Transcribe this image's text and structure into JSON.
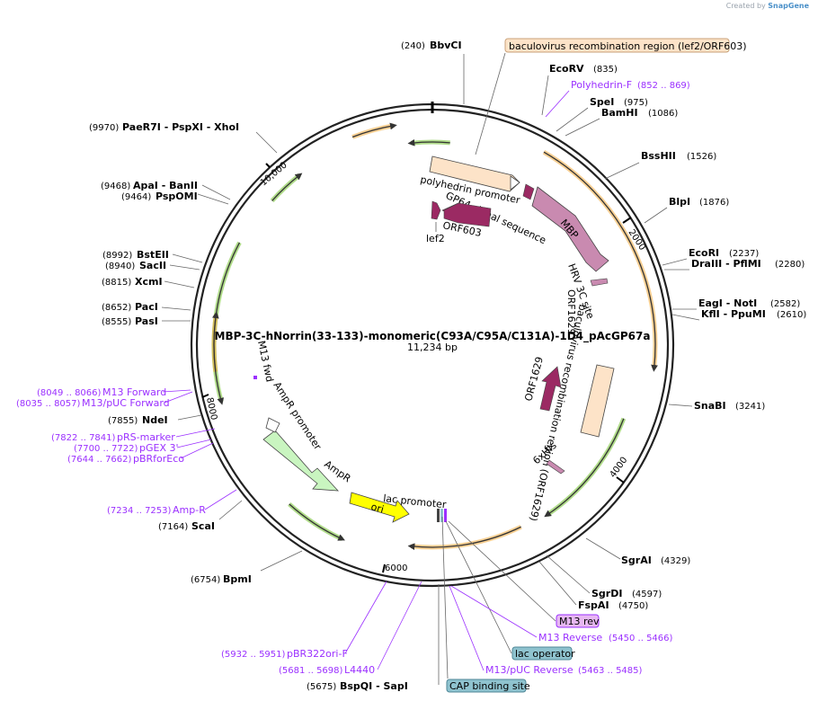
{
  "credit": {
    "prefix": "Created by",
    "brand": "SnapGene"
  },
  "plasmid": {
    "name": "MBP-3C-hNorrin(33-133)-monomeric(C93A/C95A/C131A)-1D4_pAcGP67a",
    "size_label": "11,234 bp"
  },
  "ticks": [
    {
      "label": "2000"
    },
    {
      "label": "4000"
    },
    {
      "label": "6000"
    },
    {
      "label": "8000"
    },
    {
      "label": "10,000"
    }
  ],
  "sites": [
    {
      "pos": "(240)",
      "name": "BbvCI"
    },
    {
      "pos": "(835)",
      "name": "EcoRV"
    },
    {
      "pos": "(975)",
      "name": "SpeI"
    },
    {
      "pos": "(1086)",
      "name": "BamHI"
    },
    {
      "pos": "(1526)",
      "name": "BssHII"
    },
    {
      "pos": "(1876)",
      "name": "BlpI"
    },
    {
      "pos": "(2237)",
      "name": "EcoRI"
    },
    {
      "pos": "(2280)",
      "name": "DraIII  - PflMI"
    },
    {
      "pos": "(2582)",
      "name": "EagI  - NotI"
    },
    {
      "pos": "(2610)",
      "name": "KflI  - PpuMI"
    },
    {
      "pos": "(3241)",
      "name": "SnaBI"
    },
    {
      "pos": "(4329)",
      "name": "SgrAI"
    },
    {
      "pos": "(4597)",
      "name": "SgrDI"
    },
    {
      "pos": "(4750)",
      "name": "FspAI"
    },
    {
      "pos": "(5675)",
      "name": "BspQI  - SapI"
    },
    {
      "pos": "(6754)",
      "name": "BpmI"
    },
    {
      "pos": "(7164)",
      "name": "ScaI"
    },
    {
      "pos": "(7855)",
      "name": "NdeI"
    },
    {
      "pos": "(8555)",
      "name": "PasI"
    },
    {
      "pos": "(8652)",
      "name": "PacI"
    },
    {
      "pos": "(8815)",
      "name": "XcmI"
    },
    {
      "pos": "(8940)",
      "name": "SacII"
    },
    {
      "pos": "(8992)",
      "name": "BstEII"
    },
    {
      "pos": "(9464)",
      "name": "PspOMI"
    },
    {
      "pos": "(9468)",
      "name": "ApaI  - BanII"
    },
    {
      "pos": "(9970)",
      "name": "PaeR7I  - PspXI  - XhoI"
    }
  ],
  "primers": [
    {
      "name": "Polyhedrin-F",
      "pos": "(852 .. 869)"
    },
    {
      "name": "M13 Reverse",
      "pos": "(5450 .. 5466)"
    },
    {
      "name": "M13/pUC Reverse",
      "pos": "(5463 .. 5485)"
    },
    {
      "name": "pBR322ori-F",
      "pos": "(5932 .. 5951)"
    },
    {
      "name": "L4440",
      "pos": "(5681 .. 5698)"
    },
    {
      "name": "Amp-R",
      "pos": "(7234 .. 7253)"
    },
    {
      "name": "pRS-marker",
      "pos": "(7822 .. 7841)"
    },
    {
      "name": "pGEX 3'",
      "pos": "(7700 .. 7722)"
    },
    {
      "name": "pBRforEco",
      "pos": "(7644 .. 7662)"
    },
    {
      "name": "M13 Forward",
      "pos": "(8049 .. 8066)"
    },
    {
      "name": "M13/pUC Forward",
      "pos": "(8035 .. 8057)"
    }
  ],
  "boxed": [
    {
      "label": "baculovirus recombination region (lef2/ORF603)",
      "fill": "#fde3c8",
      "stroke": "#c9a27a"
    },
    {
      "label": "M13 rev",
      "fill": "#e7b8f2",
      "stroke": "#9b30ff"
    },
    {
      "label": "lac operator",
      "fill": "#8fc3cf",
      "stroke": "#4f8797"
    },
    {
      "label": "CAP binding site",
      "fill": "#8fc3cf",
      "stroke": "#4f8797"
    }
  ],
  "features": [
    {
      "label": "polyhedrin promoter"
    },
    {
      "label": "GP64 signal sequence"
    },
    {
      "label": "MBP"
    },
    {
      "label": "HRV 3C site"
    },
    {
      "label": "ORF1629"
    },
    {
      "label": "baculovirus recombination region (ORF1629)"
    },
    {
      "label": "ORF1629"
    },
    {
      "label": "6xHis"
    },
    {
      "label": "ORF603"
    },
    {
      "label": "lef2"
    },
    {
      "label": "lac promoter"
    },
    {
      "label": "ori"
    },
    {
      "label": "AmpR"
    },
    {
      "label": "AmpR promoter"
    },
    {
      "label": "M13 fwd"
    }
  ],
  "colors": {
    "backbone": "#222222",
    "orf_orange": "#f2a93b",
    "orf_green": "#6fbf2a",
    "primer": "#9b30ff",
    "mbp": "#c98ab0",
    "lef": "#9b2a63",
    "ori": "#ffff00",
    "ampr": "#c9f5c0",
    "promoter": "#ffffff",
    "recomb": "#fde3c8"
  }
}
